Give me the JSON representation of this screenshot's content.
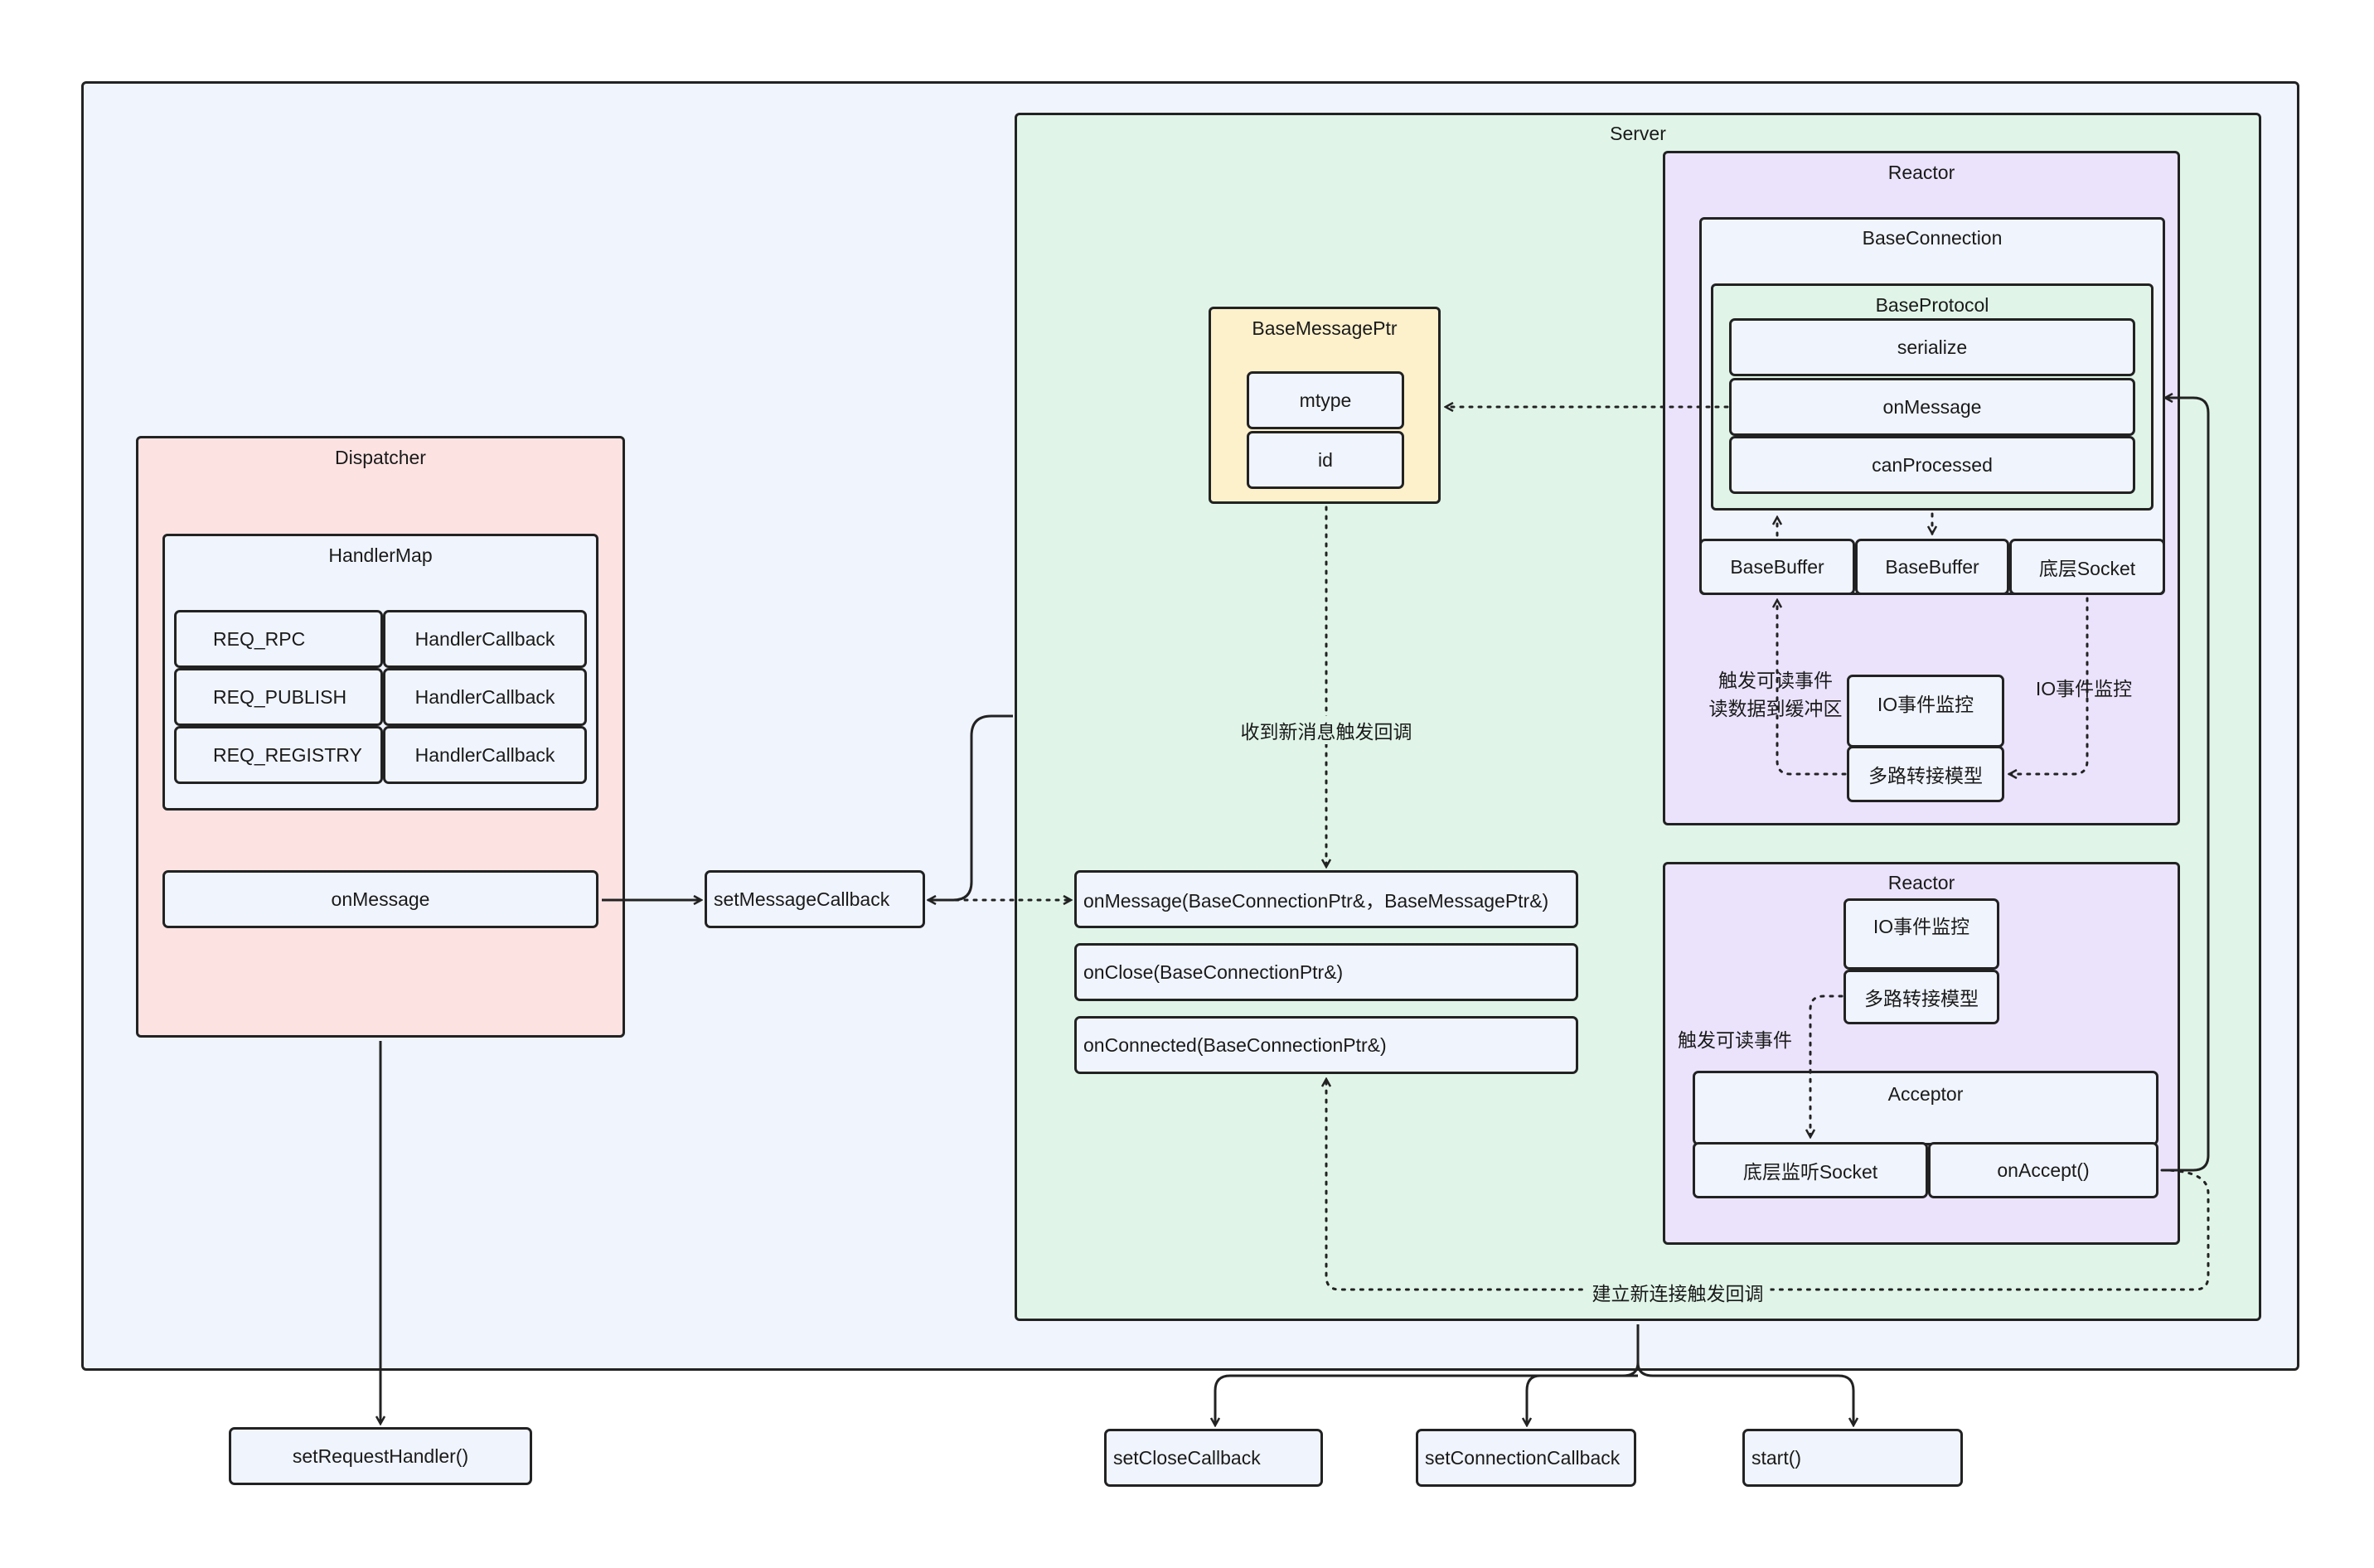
{
  "containers": {
    "server": "Server",
    "reactor_top": "Reactor",
    "reactor_bottom": "Reactor",
    "base_connection": "BaseConnection",
    "base_protocol": "BaseProtocol",
    "base_message_ptr": "BaseMessagePtr",
    "dispatcher": "Dispatcher",
    "handler_map": "HandlerMap",
    "acceptor": "Acceptor"
  },
  "protocol_items": [
    "serialize",
    "onMessage",
    "canProcessed"
  ],
  "connection_parts": [
    "BaseBuffer",
    "BaseBuffer",
    "底层Socket"
  ],
  "message_fields": [
    "mtype",
    "id"
  ],
  "handler_rows": [
    {
      "type": "REQ_RPC",
      "callback": "HandlerCallback"
    },
    {
      "type": "REQ_PUBLISH",
      "callback": "HandlerCallback"
    },
    {
      "type": "REQ_REGISTRY",
      "callback": "HandlerCallback"
    }
  ],
  "dispatcher_onmessage": "onMessage",
  "set_message_callback": "setMessageCallback",
  "server_callbacks": [
    "onMessage(BaseConnectionPtr&，BaseMessagePtr&)",
    "onClose(BaseConnectionPtr&)",
    "onConnected(BaseConnectionPtr&)"
  ],
  "reactor_top": {
    "io_monitor": "IO事件监控",
    "multiplex_model": "多路转接模型",
    "trigger_label_line1": "触发可读事件",
    "trigger_label_line2": "读数据到缓冲区",
    "io_label": "IO事件监控"
  },
  "reactor_bottom": {
    "io_monitor": "IO事件监控",
    "multiplex_model": "多路转接模型",
    "trigger_label": "触发可读事件",
    "listen_socket": "底层监听Socket",
    "on_accept": "onAccept()"
  },
  "flow_labels": {
    "new_message": "收到新消息触发回调",
    "new_connection": "建立新连接触发回调"
  },
  "api_boxes": [
    "setRequestHandler()",
    "setCloseCallback",
    "setConnectionCallback",
    "start()"
  ]
}
